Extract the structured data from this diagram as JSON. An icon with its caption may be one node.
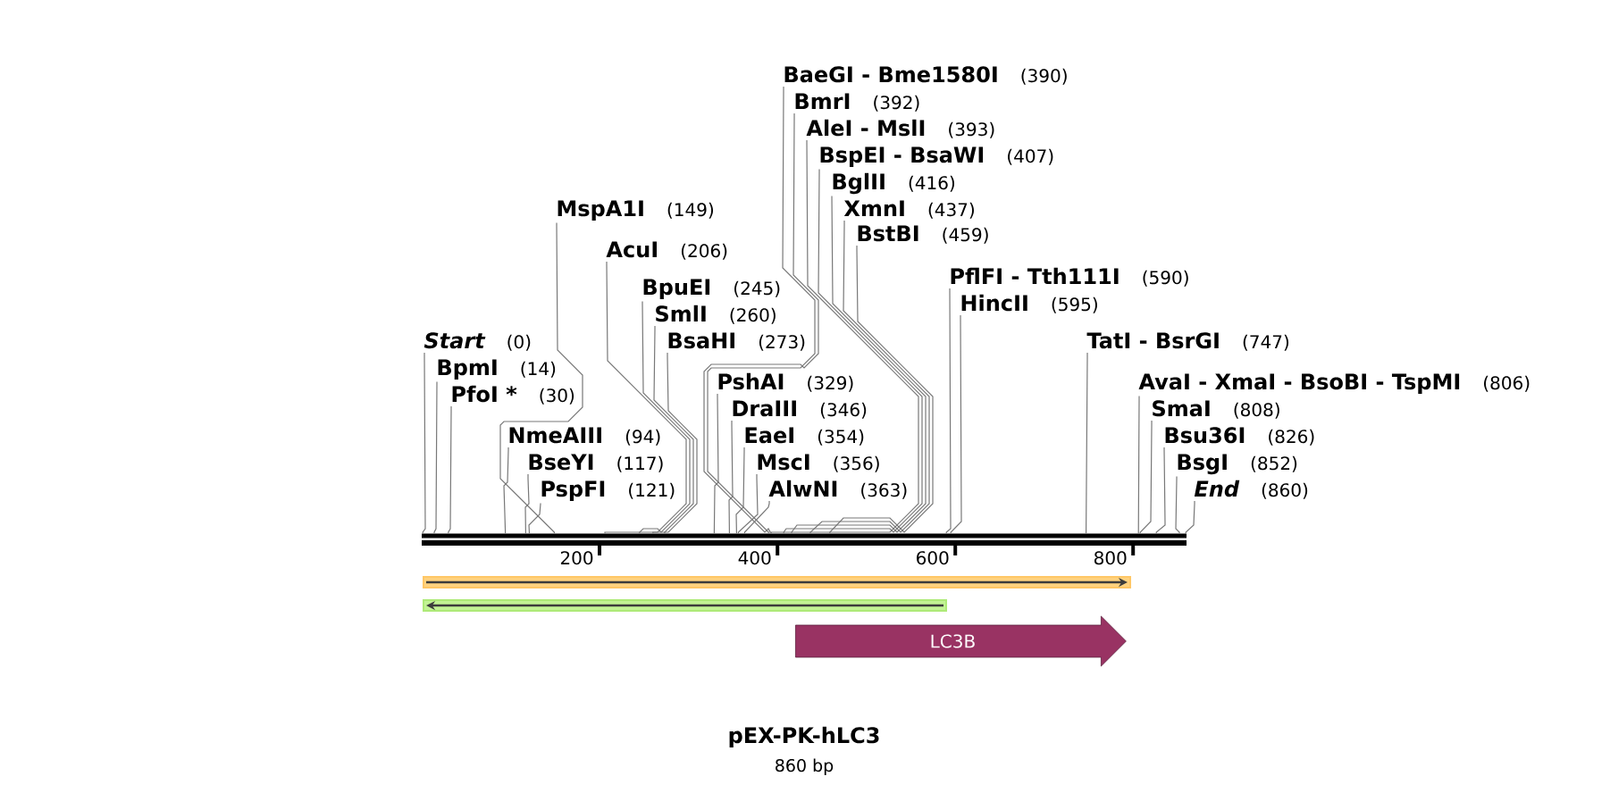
{
  "diagram": {
    "title": "pEX-PK-hLC3",
    "nodes": [
      {
        "text": [
          "BaeGI - Bme1580I",
          "(390)"
        ]
      },
      {
        "text": [
          "BmrI",
          "(392)"
        ]
      },
      {
        "text": [
          "AleI - MslI",
          "(393)"
        ]
      },
      {
        "text": [
          "BspEI - BsaWI",
          "(407)"
        ]
      },
      {
        "text": [
          "BglII",
          "(416)"
        ]
      },
      {
        "text": [
          "MspA1I",
          "(149)"
        ]
      },
      {
        "text": [
          "XmnI",
          "(437)"
        ]
      },
      {
        "text": [
          "BstBI",
          "(459)"
        ]
      },
      {
        "text": [
          "AcuI",
          "(206)"
        ]
      },
      {
        "text": [
          "PflFI - Tth111I",
          "(590)"
        ]
      },
      {
        "text": [
          "BpuEI",
          "(245)"
        ]
      },
      {
        "text": [
          "HincII",
          "(595)"
        ]
      },
      {
        "text": [
          "SmlI",
          "(260)"
        ]
      },
      {
        "text": [
          "Start",
          "(0)"
        ]
      },
      {
        "text": [
          "BsaHI",
          "(273)"
        ]
      },
      {
        "text": [
          "TatI - BsrGI",
          "(747)"
        ]
      },
      {
        "text": [
          "BpmI",
          "(14)"
        ]
      },
      {
        "text": [
          "PshAI",
          "(329)"
        ]
      },
      {
        "text": [
          "AvaI - XmaI - BsoBI - TspMI",
          "(806)"
        ]
      },
      {
        "text": [
          "PfoI *",
          "(30)"
        ]
      },
      {
        "text": [
          "DraIII",
          "(346)"
        ]
      },
      {
        "text": [
          "SmaI",
          "(808)"
        ]
      },
      {
        "text": [
          "NmeAIII",
          "(94)"
        ]
      },
      {
        "text": [
          "EaeI",
          "(354)"
        ]
      },
      {
        "text": [
          "Bsu36I",
          "(826)"
        ]
      },
      {
        "text": [
          "BseYI",
          "(117)"
        ]
      },
      {
        "text": [
          "MscI",
          "(356)"
        ]
      },
      {
        "text": [
          "BsgI",
          "(852)"
        ]
      },
      {
        "text": [
          "PspFI",
          "(121)"
        ]
      },
      {
        "text": [
          "AlwNI",
          "(363)"
        ]
      },
      {
        "text": [
          "End",
          "(860)"
        ]
      },
      {
        "text": [],
        "shape": "bar"
      },
      {
        "text": [],
        "shape": "bar"
      },
      {
        "text": [],
        "shape": "bar"
      },
      {
        "text": [
          "LC3B"
        ]
      }
    ],
    "edges": [
      {
        "from": 0,
        "to": 31,
        "arrow": "none"
      },
      {
        "from": 1,
        "to": 31,
        "arrow": "none"
      },
      {
        "from": 2,
        "to": 31,
        "arrow": "none"
      },
      {
        "from": 3,
        "to": 31,
        "arrow": "none"
      },
      {
        "from": 4,
        "to": 31,
        "arrow": "none"
      },
      {
        "from": 5,
        "to": 31,
        "arrow": "none"
      },
      {
        "from": 6,
        "to": 31,
        "arrow": "none"
      },
      {
        "from": 7,
        "to": 31,
        "arrow": "none"
      },
      {
        "from": 8,
        "to": 31,
        "arrow": "none"
      },
      {
        "from": 9,
        "to": 31,
        "arrow": "none"
      },
      {
        "from": 10,
        "to": 31,
        "arrow": "none"
      },
      {
        "from": 11,
        "to": 31,
        "arrow": "none"
      },
      {
        "from": 12,
        "to": 31,
        "arrow": "none"
      },
      {
        "from": 13,
        "to": 31,
        "arrow": "none"
      },
      {
        "from": 14,
        "to": 31,
        "arrow": "none"
      },
      {
        "from": 15,
        "to": 31,
        "arrow": "none"
      },
      {
        "from": 16,
        "to": 31,
        "arrow": "none"
      },
      {
        "from": 17,
        "to": 31,
        "arrow": "none"
      },
      {
        "from": 18,
        "to": 31,
        "arrow": "none"
      },
      {
        "from": 19,
        "to": 31,
        "arrow": "none"
      },
      {
        "from": 20,
        "to": 31,
        "arrow": "none"
      },
      {
        "from": 21,
        "to": 31,
        "arrow": "none"
      },
      {
        "from": 22,
        "to": 31,
        "arrow": "none"
      },
      {
        "from": 23,
        "to": 31,
        "arrow": "none"
      },
      {
        "from": 24,
        "to": 31,
        "arrow": "none"
      },
      {
        "from": 25,
        "to": 31,
        "arrow": "none"
      },
      {
        "from": 26,
        "to": 31,
        "arrow": "none"
      },
      {
        "from": 27,
        "to": 31,
        "arrow": "none"
      },
      {
        "from": 28,
        "to": 31,
        "arrow": "none"
      },
      {
        "from": 29,
        "to": 31,
        "arrow": "none"
      },
      {
        "from": 30,
        "to": 31,
        "arrow": "none"
      }
    ],
    "labels": [
      "200",
      "400",
      "600",
      "800",
      "860 bp"
    ]
  }
}
